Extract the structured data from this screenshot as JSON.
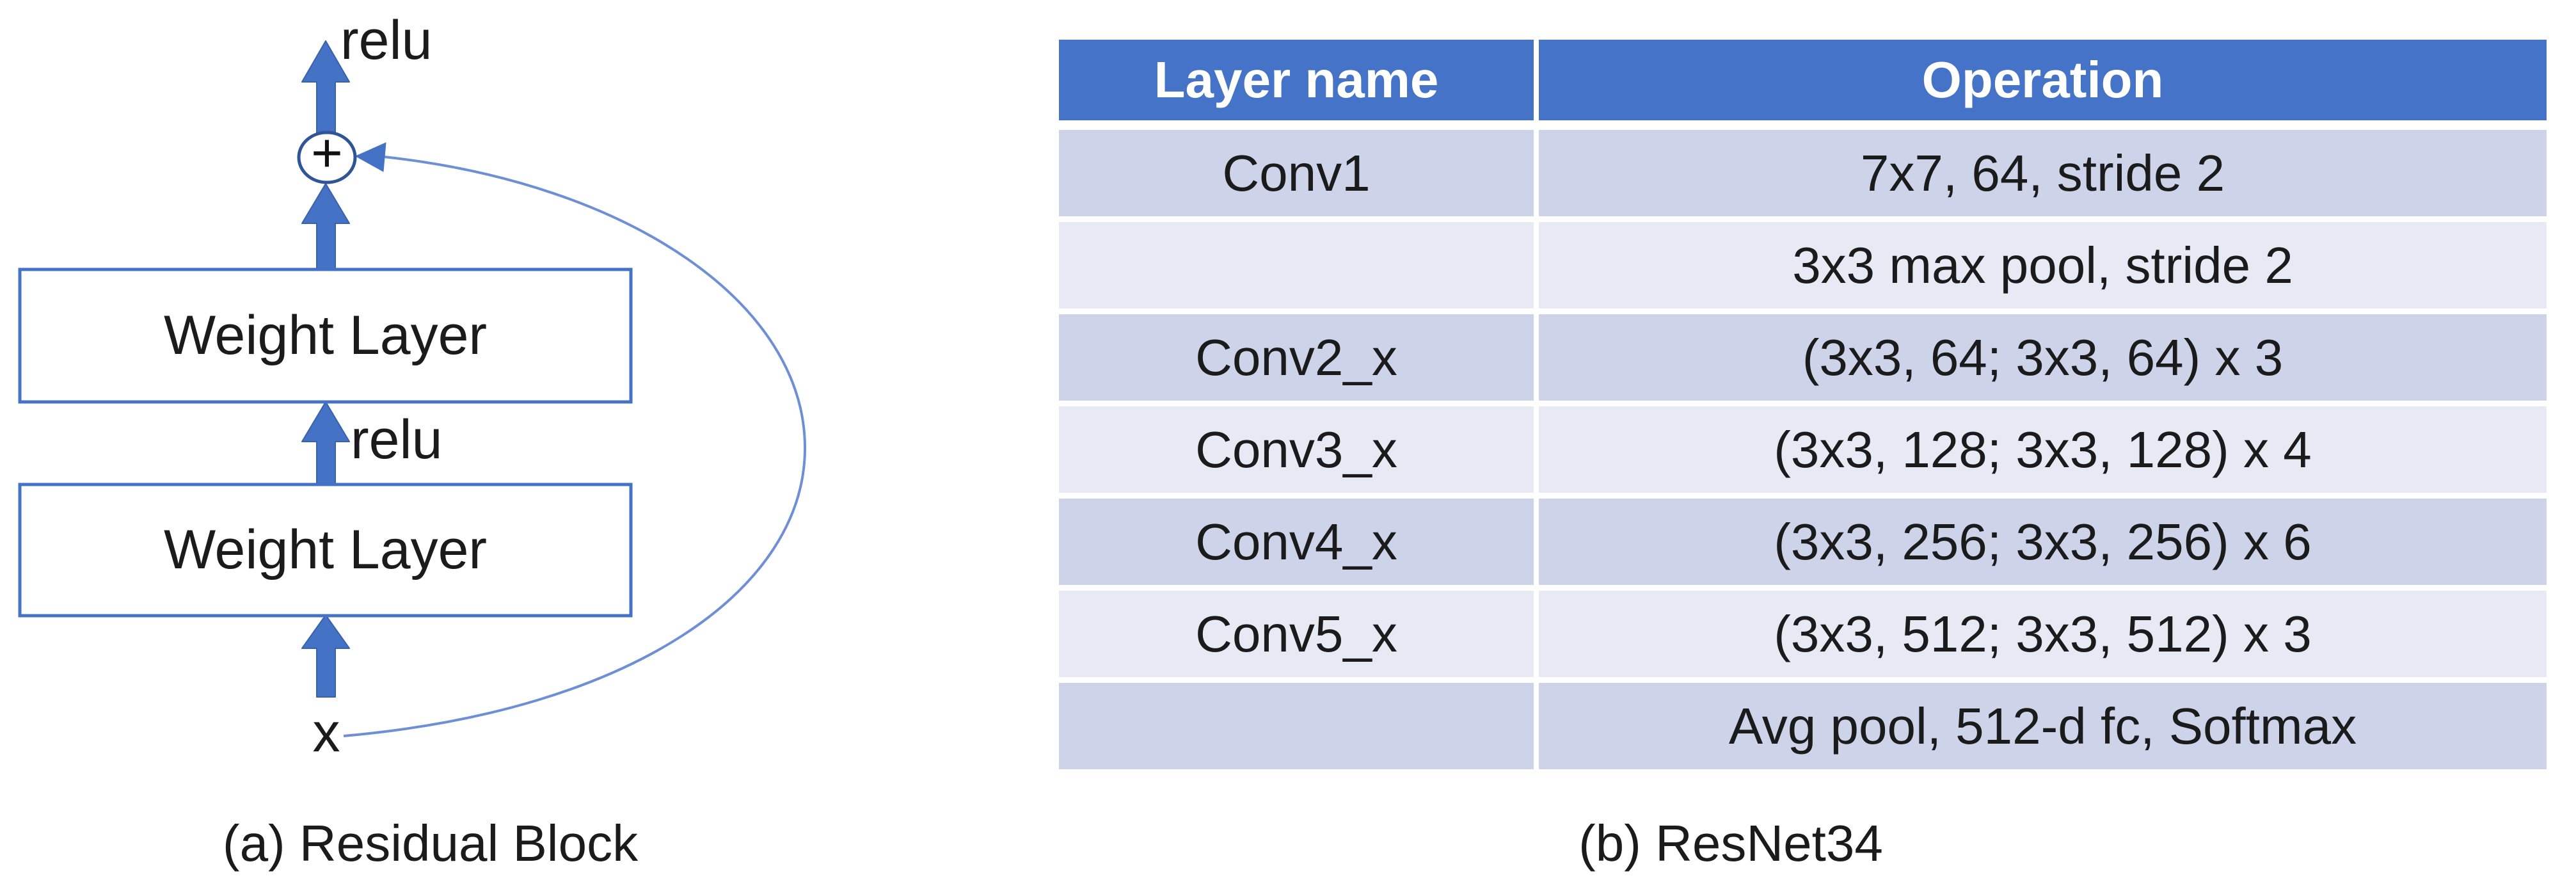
{
  "panel_a": {
    "caption": "(a) Residual Block",
    "relu_top_label": "relu",
    "relu_mid_label": "relu",
    "input_label": "x",
    "plus_label": "+",
    "weight_layer_top_label": "Weight Layer",
    "weight_layer_bottom_label": "Weight Layer"
  },
  "panel_b": {
    "caption": "(b) ResNet34",
    "table": {
      "headers": [
        "Layer name",
        "Operation"
      ],
      "rows": [
        {
          "layer": "Conv1",
          "operation": "7x7, 64, stride 2"
        },
        {
          "layer": "",
          "operation": "3x3 max pool, stride 2"
        },
        {
          "layer": "Conv2_x",
          "operation": "(3x3, 64; 3x3, 64) x 3"
        },
        {
          "layer": "Conv3_x",
          "operation": "(3x3, 128; 3x3, 128) x 4"
        },
        {
          "layer": "Conv4_x",
          "operation": "(3x3, 256; 3x3, 256) x 6"
        },
        {
          "layer": "Conv5_x",
          "operation": "(3x3, 512; 3x3, 512) x 3"
        },
        {
          "layer": "",
          "operation": "Avg pool, 512-d fc, Softmax"
        }
      ]
    }
  },
  "colors": {
    "header_blue": "#4573C7",
    "row_dark": "#CDD3E9",
    "row_light": "#E7EAF5",
    "shape_blue": "#4472C4",
    "circle_outline": "#2F5597",
    "skip_curve": "#6E8FD6",
    "text": "#1B1B1B",
    "bg": "#FFFFFF"
  }
}
